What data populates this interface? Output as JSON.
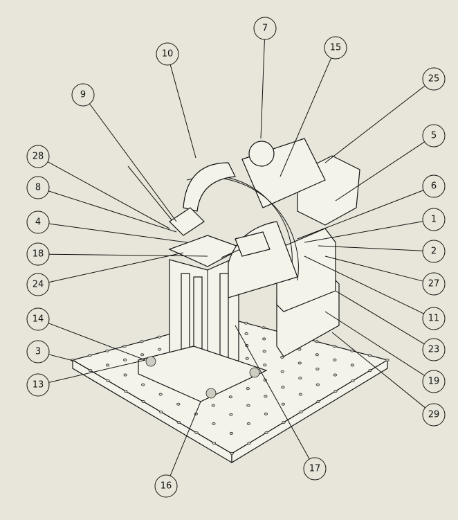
{
  "drawing": {
    "balloons": [
      "7",
      "10",
      "15",
      "25",
      "9",
      "5",
      "28",
      "6",
      "8",
      "1",
      "4",
      "2",
      "18",
      "27",
      "24",
      "11",
      "14",
      "23",
      "3",
      "19",
      "13",
      "29",
      "16",
      "17"
    ]
  }
}
